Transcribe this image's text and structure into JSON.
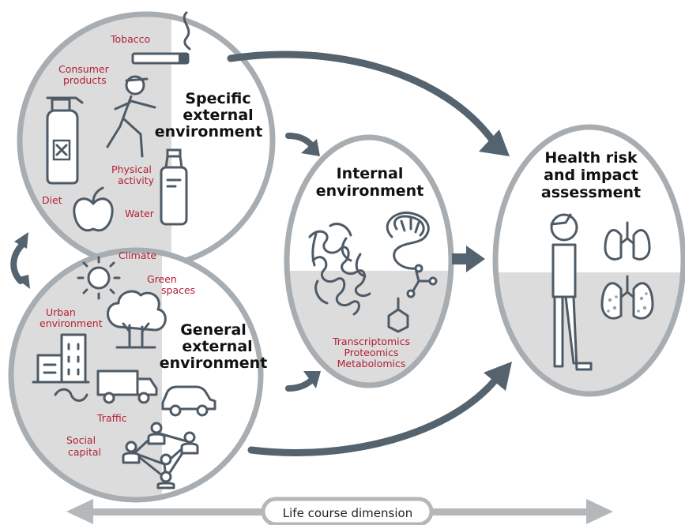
{
  "nodes": {
    "specific": {
      "title": [
        "Specific",
        "external",
        "environment"
      ],
      "labels": {
        "tobacco": "Tobacco",
        "consumer": [
          "Consumer",
          "products"
        ],
        "physical": [
          "Physical",
          "activity"
        ],
        "diet": "Diet",
        "water": "Water"
      }
    },
    "general": {
      "title": [
        "General",
        "external",
        "environment"
      ],
      "labels": {
        "climate": "Climate",
        "green": [
          "Green",
          "spaces"
        ],
        "urban": [
          "Urban",
          "environment"
        ],
        "traffic": "Traffic",
        "social": [
          "Social",
          "capital"
        ]
      }
    },
    "internal": {
      "title": [
        "Internal",
        "environment"
      ],
      "omics": [
        "Transcriptomics",
        "Proteomics",
        "Metabolomics"
      ]
    },
    "health": {
      "title": [
        "Health risk",
        "and impact",
        "assessment"
      ]
    }
  },
  "life_course": {
    "label": "Life course dimension"
  },
  "colors": {
    "circle_fill": "#dcdcdc",
    "circle_border": "#a8adb1",
    "arrow": "#55636e",
    "icon_stroke": "#4e5b66",
    "label_red": "#b32034",
    "life_arrow": "#b4b8bb"
  }
}
